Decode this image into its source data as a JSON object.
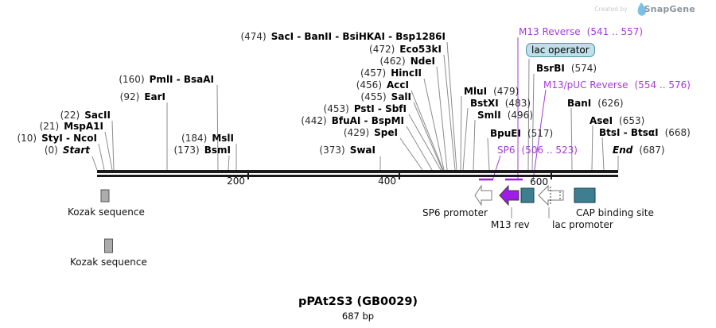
{
  "watermark": {
    "created_by": "Created by",
    "brand": "SnapGene"
  },
  "title": {
    "name": "pPAt2S3 (GB0029)",
    "length": "687 bp"
  },
  "ruler": {
    "ticks": [
      {
        "label": "200"
      },
      {
        "label": "400"
      },
      {
        "label": "600"
      }
    ]
  },
  "sites": [
    {
      "pos": "(0)",
      "name": "Start"
    },
    {
      "pos": "(10)",
      "name": "StyI - NcoI"
    },
    {
      "pos": "(21)",
      "name": "MspA1I"
    },
    {
      "pos": "(22)",
      "name": "SacII"
    },
    {
      "pos": "(92)",
      "name": "EarI"
    },
    {
      "pos": "(160)",
      "name": "PmlI - BsaAI"
    },
    {
      "pos": "(173)",
      "name": "BsmI"
    },
    {
      "pos": "(184)",
      "name": "MslI"
    },
    {
      "pos": "(373)",
      "name": "SwaI"
    },
    {
      "pos": "(429)",
      "name": "SpeI"
    },
    {
      "pos": "(442)",
      "name": "BfuAI - BspMI"
    },
    {
      "pos": "(453)",
      "name": "PstI - SbfI"
    },
    {
      "pos": "(455)",
      "name": "SalI"
    },
    {
      "pos": "(456)",
      "name": "AccI"
    },
    {
      "pos": "(457)",
      "name": "HincII"
    },
    {
      "pos": "(462)",
      "name": "NdeI"
    },
    {
      "pos": "(472)",
      "name": "Eco53kI"
    },
    {
      "pos": "(474)",
      "name": "SacI - BanII - BsiHKAI - Bsp1286I"
    },
    {
      "name": "MluI",
      "pos": "(479)"
    },
    {
      "name": "BstXI",
      "pos": "(483)"
    },
    {
      "name": "SmlI",
      "pos": "(496)"
    },
    {
      "name": "BpuEI",
      "pos": "(517)"
    },
    {
      "name": "BsrBI",
      "pos": "(574)"
    },
    {
      "name": "BanI",
      "pos": "(626)"
    },
    {
      "name": "AseI",
      "pos": "(653)"
    },
    {
      "name": "BtsI - BtsαI",
      "pos": "(668)"
    },
    {
      "name": "End",
      "pos": "(687)"
    }
  ],
  "primers": [
    {
      "name": "M13 Reverse",
      "range": "(541 .. 557)"
    },
    {
      "name": "M13/pUC Reverse",
      "range": "(554 .. 576)"
    },
    {
      "name": "SP6",
      "range": "(506 .. 523)"
    }
  ],
  "features": {
    "lac_operator": "lac operator",
    "kozak1": "Kozak sequence",
    "kozak2": "Kozak sequence",
    "sp6_promoter": "SP6 promoter",
    "m13_rev": "M13 rev",
    "lac_promoter": "lac promoter",
    "cap_binding_site": "CAP binding site"
  },
  "colors": {
    "primer_purple": "#A43BD9",
    "arrow_purple": "#A11BE6",
    "feature_teal": "#3E7E90",
    "kozak_gray": "#ACACAC",
    "lac_operator_bg": "#BFE0E8",
    "snapgene_blue": "#7CC0E8"
  }
}
